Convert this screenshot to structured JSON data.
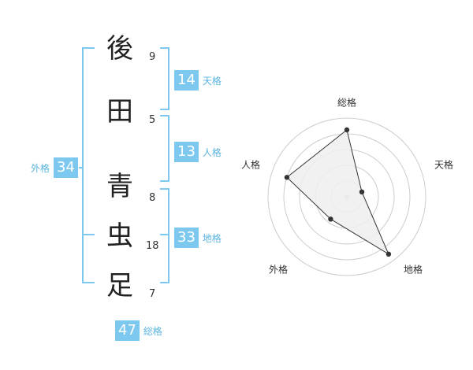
{
  "name": {
    "chars": [
      {
        "char": "後",
        "strokes": "9"
      },
      {
        "char": "田",
        "strokes": "5"
      },
      {
        "char": "青",
        "strokes": "8"
      },
      {
        "char": "虫",
        "strokes": "18"
      },
      {
        "char": "足",
        "strokes": "7"
      }
    ]
  },
  "kaku": {
    "tenkaku": {
      "value": "14",
      "label": "天格"
    },
    "jinkaku": {
      "value": "13",
      "label": "人格"
    },
    "chikaku": {
      "value": "33",
      "label": "地格"
    },
    "gaikaku": {
      "value": "34",
      "label": "外格"
    },
    "soukaku": {
      "value": "47",
      "label": "総格"
    }
  },
  "colors": {
    "accent": "#7cc8ee",
    "accent_text": "#5ab4df",
    "ring": "#cccccc",
    "fill": "#eeeeee",
    "line": "#333333"
  },
  "chart_data": {
    "type": "radar",
    "axes": [
      "総格",
      "天格",
      "地格",
      "外格",
      "人格"
    ],
    "values": [
      0.85,
      0.2,
      0.9,
      0.35,
      0.8
    ],
    "rings": 5,
    "range": [
      0,
      1
    ]
  }
}
